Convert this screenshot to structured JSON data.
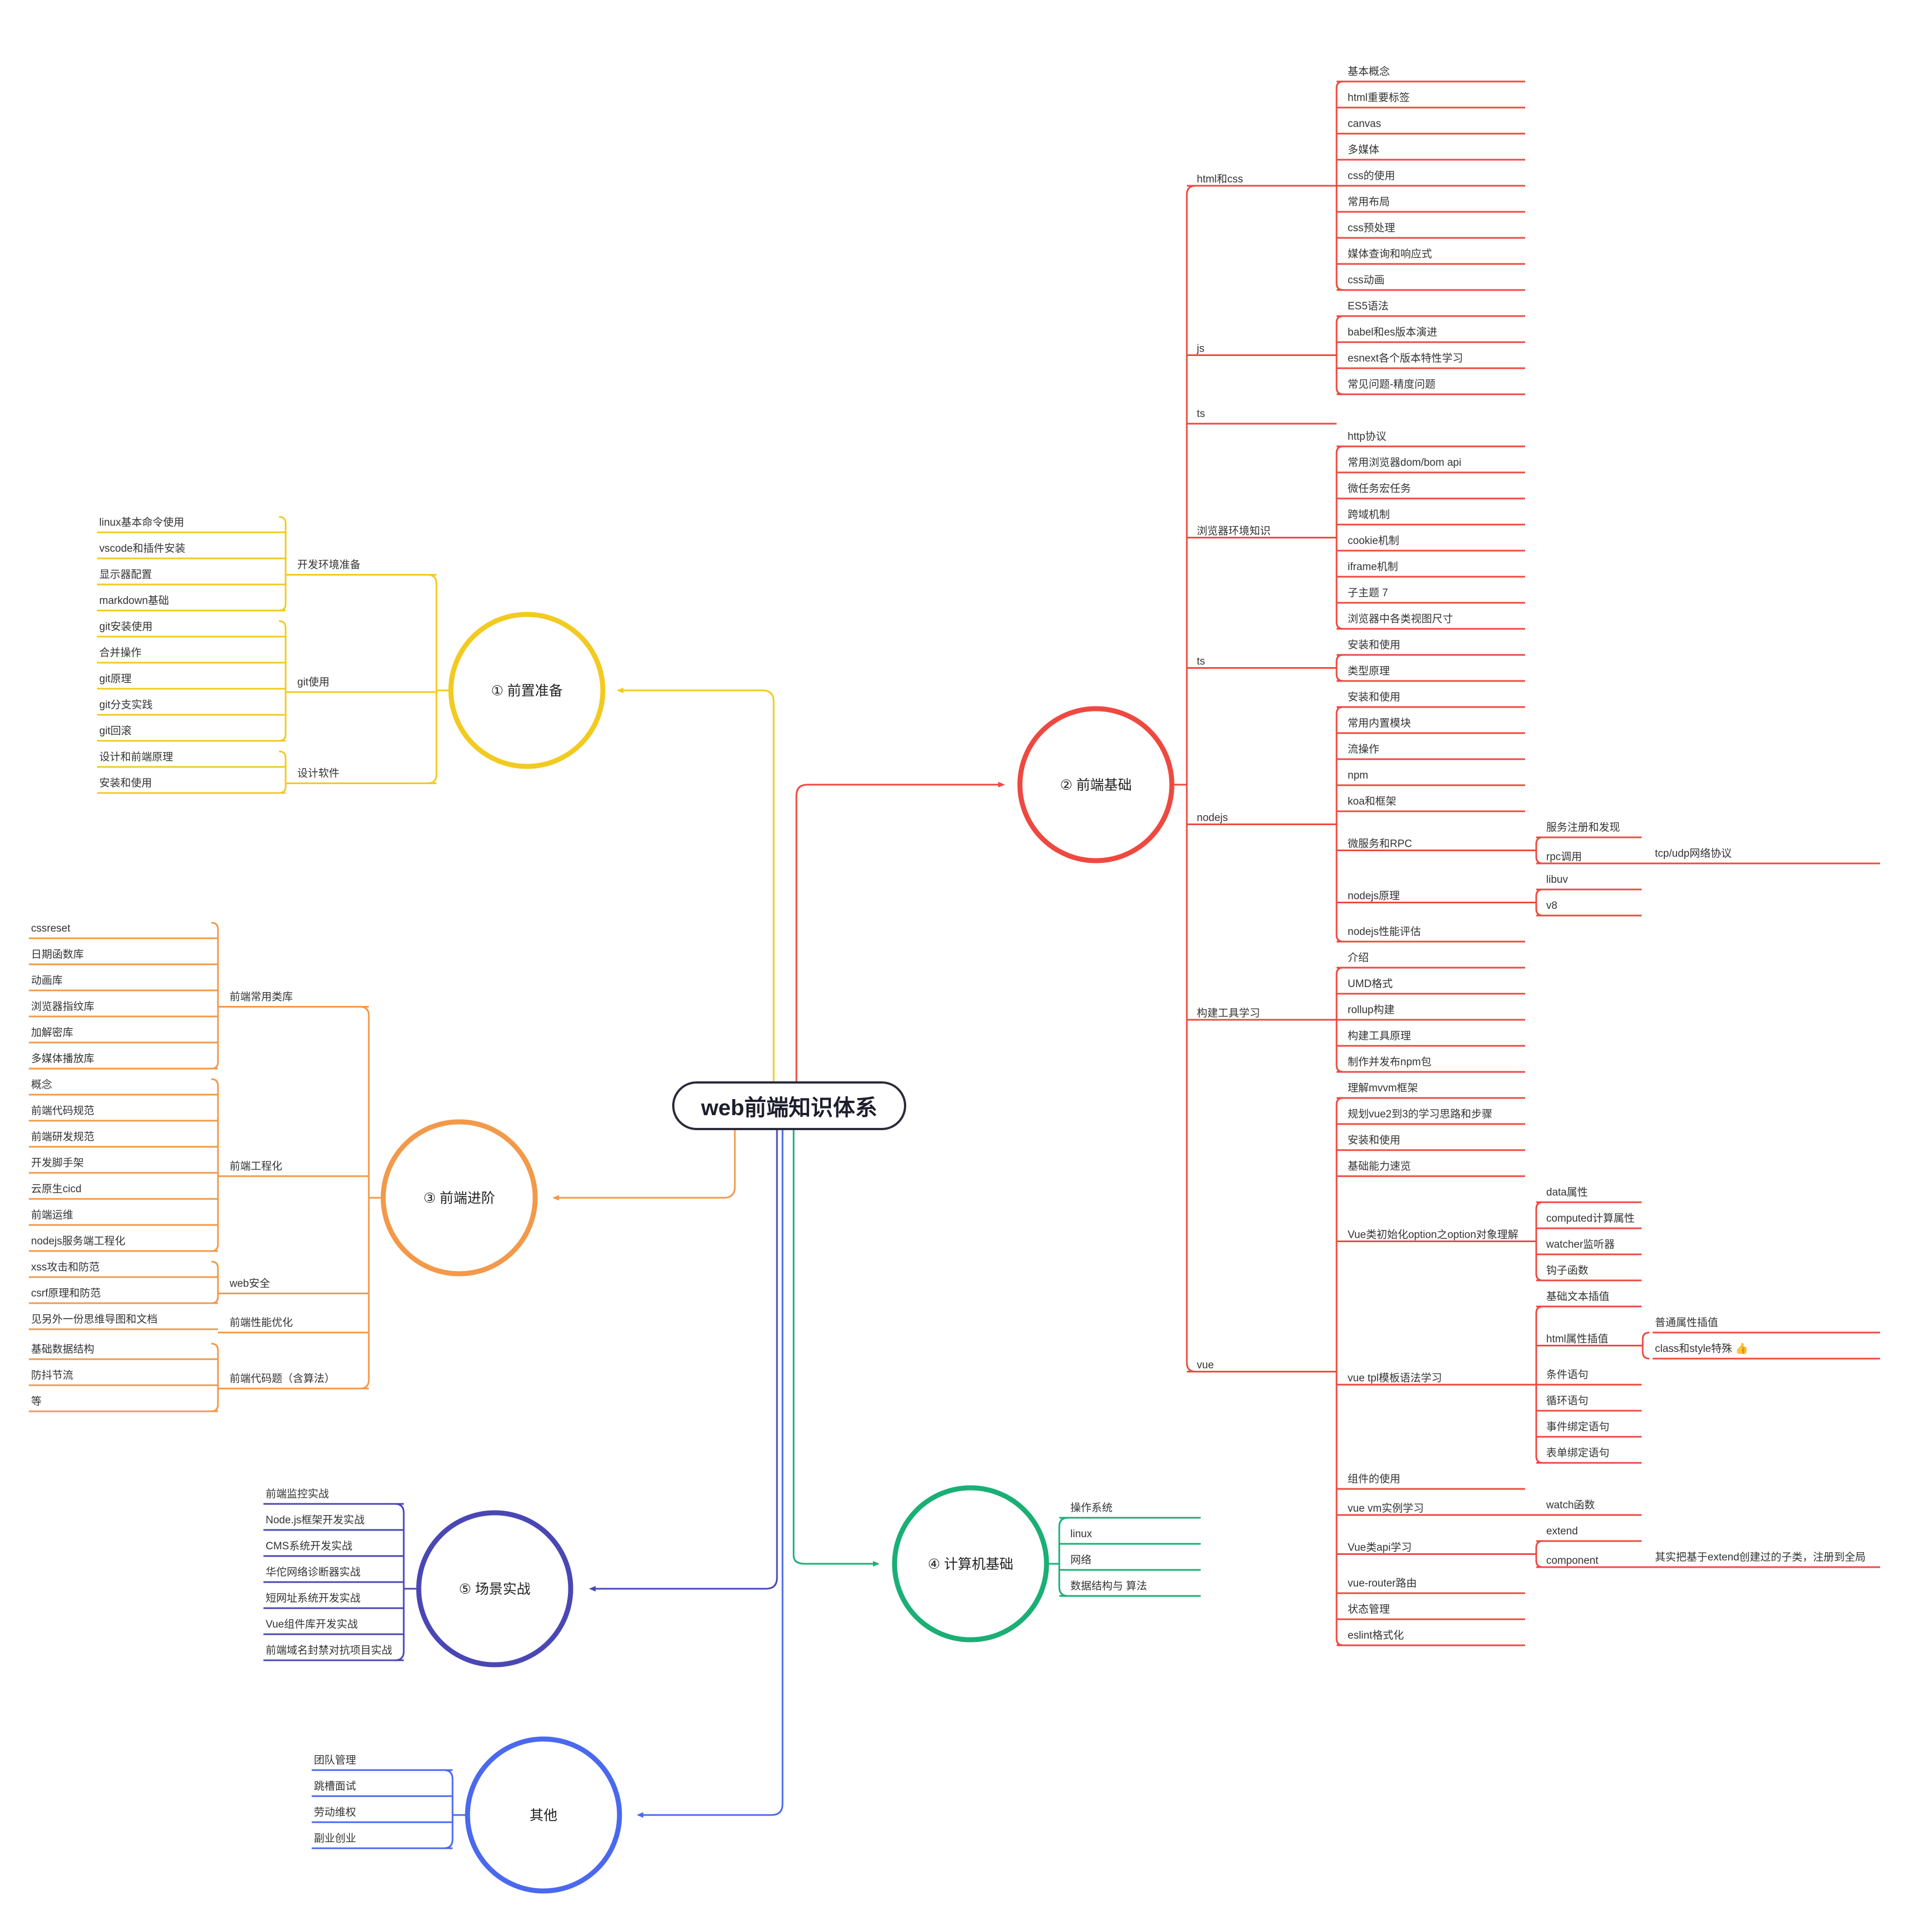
{
  "root": "web前端知识体系",
  "colors": {
    "prep": "#f2ca20",
    "basic": "#ee4940",
    "adv": "#f2994a",
    "cs": "#1aaf75",
    "scene": "#4a47b5",
    "other": "#4a69ee",
    "connector": "#b9a7e9"
  },
  "branches": [
    {
      "id": "prep",
      "title": "① 前置准备",
      "color": "#f2ca20",
      "groups": [
        {
          "label": "开发环境准备",
          "items": [
            "linux基本命令使用",
            "vscode和插件安装",
            "显示器配置",
            "markdown基础"
          ]
        },
        {
          "label": "git使用",
          "items": [
            "git安装使用",
            "合并操作",
            "git原理",
            "git分支实践",
            "git回滚"
          ]
        },
        {
          "label": "设计软件",
          "items": [
            "设计和前端原理",
            "安装和使用"
          ]
        }
      ]
    },
    {
      "id": "basic",
      "title": "② 前端基础",
      "color": "#ee4940",
      "groups": [
        {
          "label": "html和css",
          "items": [
            "基本概念",
            "html重要标签",
            "canvas",
            "多媒体",
            "css的使用",
            "常用布局",
            "css预处理",
            "媒体查询和响应式",
            "css动画"
          ]
        },
        {
          "label": "js",
          "items": [
            "ES5语法",
            "babel和es版本演进",
            "esnext各个版本特性学习",
            "常见问题-精度问题"
          ]
        },
        {
          "label": "ts",
          "items": []
        },
        {
          "label": "浏览器环境知识",
          "items": [
            "http协议",
            "常用浏览器dom/bom api",
            "微任务宏任务",
            "跨域机制",
            "cookie机制",
            "iframe机制",
            "子主题 7",
            "浏览器中各类视图尺寸"
          ]
        },
        {
          "label": "ts",
          "items": [
            "安装和使用",
            "类型原理"
          ]
        },
        {
          "label": "nodejs",
          "items": [
            "安装和使用",
            "常用内置模块",
            "流操作",
            "npm",
            "koa和框架",
            "微服务和RPC",
            "nodejs原理",
            "nodejs性能评估"
          ]
        },
        {
          "label": "构建工具学习",
          "items": [
            "介绍",
            "UMD格式",
            "rollup构建",
            "构建工具原理",
            "制作并发布npm包"
          ]
        },
        {
          "label": "vue",
          "items": [
            "理解mvvm框架",
            "规划vue2到3的学习思路和步骤",
            "安装和使用",
            "基础能力速览",
            "Vue类初始化option之option对象理解",
            "vue tpl模板语法学习",
            "组件的使用",
            "vue vm实例学习",
            "Vue类api学习",
            "vue-router路由",
            "状态管理",
            "eslint格式化"
          ]
        }
      ],
      "subgroups": {
        "微服务和RPC": [
          "服务注册和发现",
          "rpc调用"
        ],
        "rpc调用": [
          "tcp/udp网络协议"
        ],
        "nodejs原理": [
          "libuv",
          "v8"
        ],
        "Vue类初始化option之option对象理解": [
          "data属性",
          "computed计算属性",
          "watcher监听器",
          "钩子函数"
        ],
        "vue tpl模板语法学习": [
          "基础文本插值",
          "html属性插值",
          "条件语句",
          "循环语句",
          "事件绑定语句",
          "表单绑定语句"
        ],
        "html属性插值": [
          "普通属性插值",
          "class和style特殊 👍"
        ],
        "vue vm实例学习": [
          "watch函数"
        ],
        "Vue类api学习": [
          "extend",
          "component"
        ],
        "component": [
          "其实把基于extend创建过的子类，注册到全局"
        ]
      }
    },
    {
      "id": "adv",
      "title": "③ 前端进阶",
      "color": "#f2994a",
      "groups": [
        {
          "label": "前端常用类库",
          "items": [
            "cssreset",
            "日期函数库",
            "动画库",
            "浏览器指纹库",
            "加解密库",
            "多媒体播放库"
          ]
        },
        {
          "label": "前端工程化",
          "items": [
            "概念",
            "前端代码规范",
            "前端研发规范",
            "开发脚手架",
            "云原生cicd",
            "前端运维",
            "nodejs服务端工程化"
          ]
        },
        {
          "label": "web安全",
          "items": [
            "xss攻击和防范",
            "csrf原理和防范"
          ]
        },
        {
          "label": "前端性能优化",
          "items": [
            "见另外一份思维导图和文档"
          ]
        },
        {
          "label": "前端代码题（含算法）",
          "items": [
            "基础数据结构",
            "防抖节流",
            "等"
          ]
        }
      ]
    },
    {
      "id": "cs",
      "title": "④ 计算机基础",
      "color": "#1aaf75",
      "items": [
        "操作系统",
        "linux",
        "网络",
        "数据结构与 算法"
      ]
    },
    {
      "id": "scene",
      "title": "⑤ 场景实战",
      "color": "#4a47b5",
      "items": [
        "前端监控实战",
        "Node.js框架开发实战",
        "CMS系统开发实战",
        "华佗网络诊断器实战",
        "短网址系统开发实战",
        "Vue组件库开发实战",
        "前端域名封禁对抗项目实战"
      ]
    },
    {
      "id": "other",
      "title": "其他",
      "color": "#4a69ee",
      "items": [
        "团队管理",
        "跳槽面试",
        "劳动维权",
        "副业创业"
      ]
    }
  ]
}
